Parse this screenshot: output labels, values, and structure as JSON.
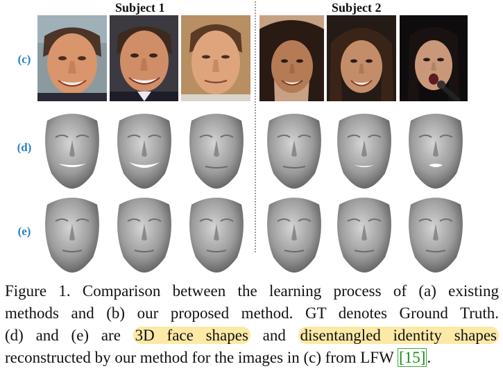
{
  "subjects": {
    "left_title": "Subject 1",
    "right_title": "Subject 2"
  },
  "rows": {
    "c": "(c)",
    "d": "(d)",
    "e": "(e)"
  },
  "caption": {
    "line1": "Figure 1. Comparison between the learning process of (a) existing",
    "line2": "methods and (b) our proposed method. GT denotes Ground Truth.",
    "line3_pre": "(d) and (e) are",
    "line3_hl1": "3D face shapes",
    "line3_mid": "and",
    "line3_hl2": "disentangled identity shapes",
    "line4_pre": "reconstructed by our method for the images in (c) from LFW",
    "line4_cite": "[15]",
    "line4_post": "."
  },
  "colors": {
    "label_blue": "#2a7fc1",
    "highlight": "#fde9a6",
    "cite_green": "#1a8a1a"
  }
}
